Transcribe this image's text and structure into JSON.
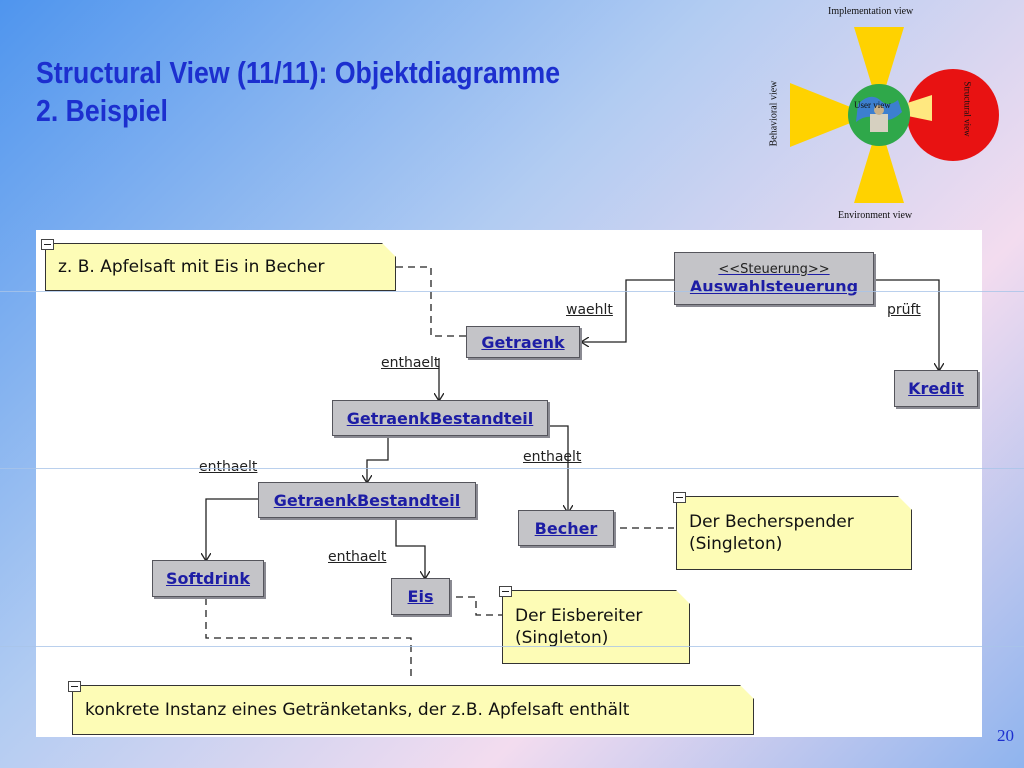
{
  "slide": {
    "title_line1": "Structural View (11/11): Objektdiagramme",
    "title_line2": "2. Beispiel",
    "page_number": "20"
  },
  "views_logo": {
    "top": "Implementation view",
    "left": "Behavioral view",
    "right": "Structural view",
    "bottom": "Environment view",
    "center": "User view",
    "colors": {
      "rays": "#ffd200",
      "active_view": "#e81212",
      "globe": "#2fa84a"
    }
  },
  "diagram": {
    "objects": {
      "auswahl_stereotype": "<<Steuerung>>",
      "auswahl": "Auswahlsteuerung",
      "getraenk": "Getraenk",
      "kredit": "Kredit",
      "bestandteil1": "GetraenkBestandteil",
      "bestandteil2": "GetraenkBestandteil",
      "becher": "Becher",
      "softdrink": "Softdrink",
      "eis": "Eis"
    },
    "edges": {
      "waehlt": "waehlt",
      "prueft": "prüft",
      "enthaelt1": "enthaelt",
      "enthaelt2": "enthaelt",
      "enthaelt3": "enthaelt",
      "enthaelt4": "enthaelt"
    },
    "notes": {
      "apfelsaft": "z. B. Apfelsaft mit Eis in Becher",
      "becherspender": "Der Becherspender\n(Singleton)",
      "eisbereiter": "Der Eisbereiter\n(Singleton)",
      "instanz": "konkrete Instanz eines Getränketanks, der z.B. Apfelsaft enthält"
    },
    "colors": {
      "object_fill": "#c4c4c8",
      "object_text": "#1d1da5",
      "note_fill": "#fdfcb6"
    }
  }
}
